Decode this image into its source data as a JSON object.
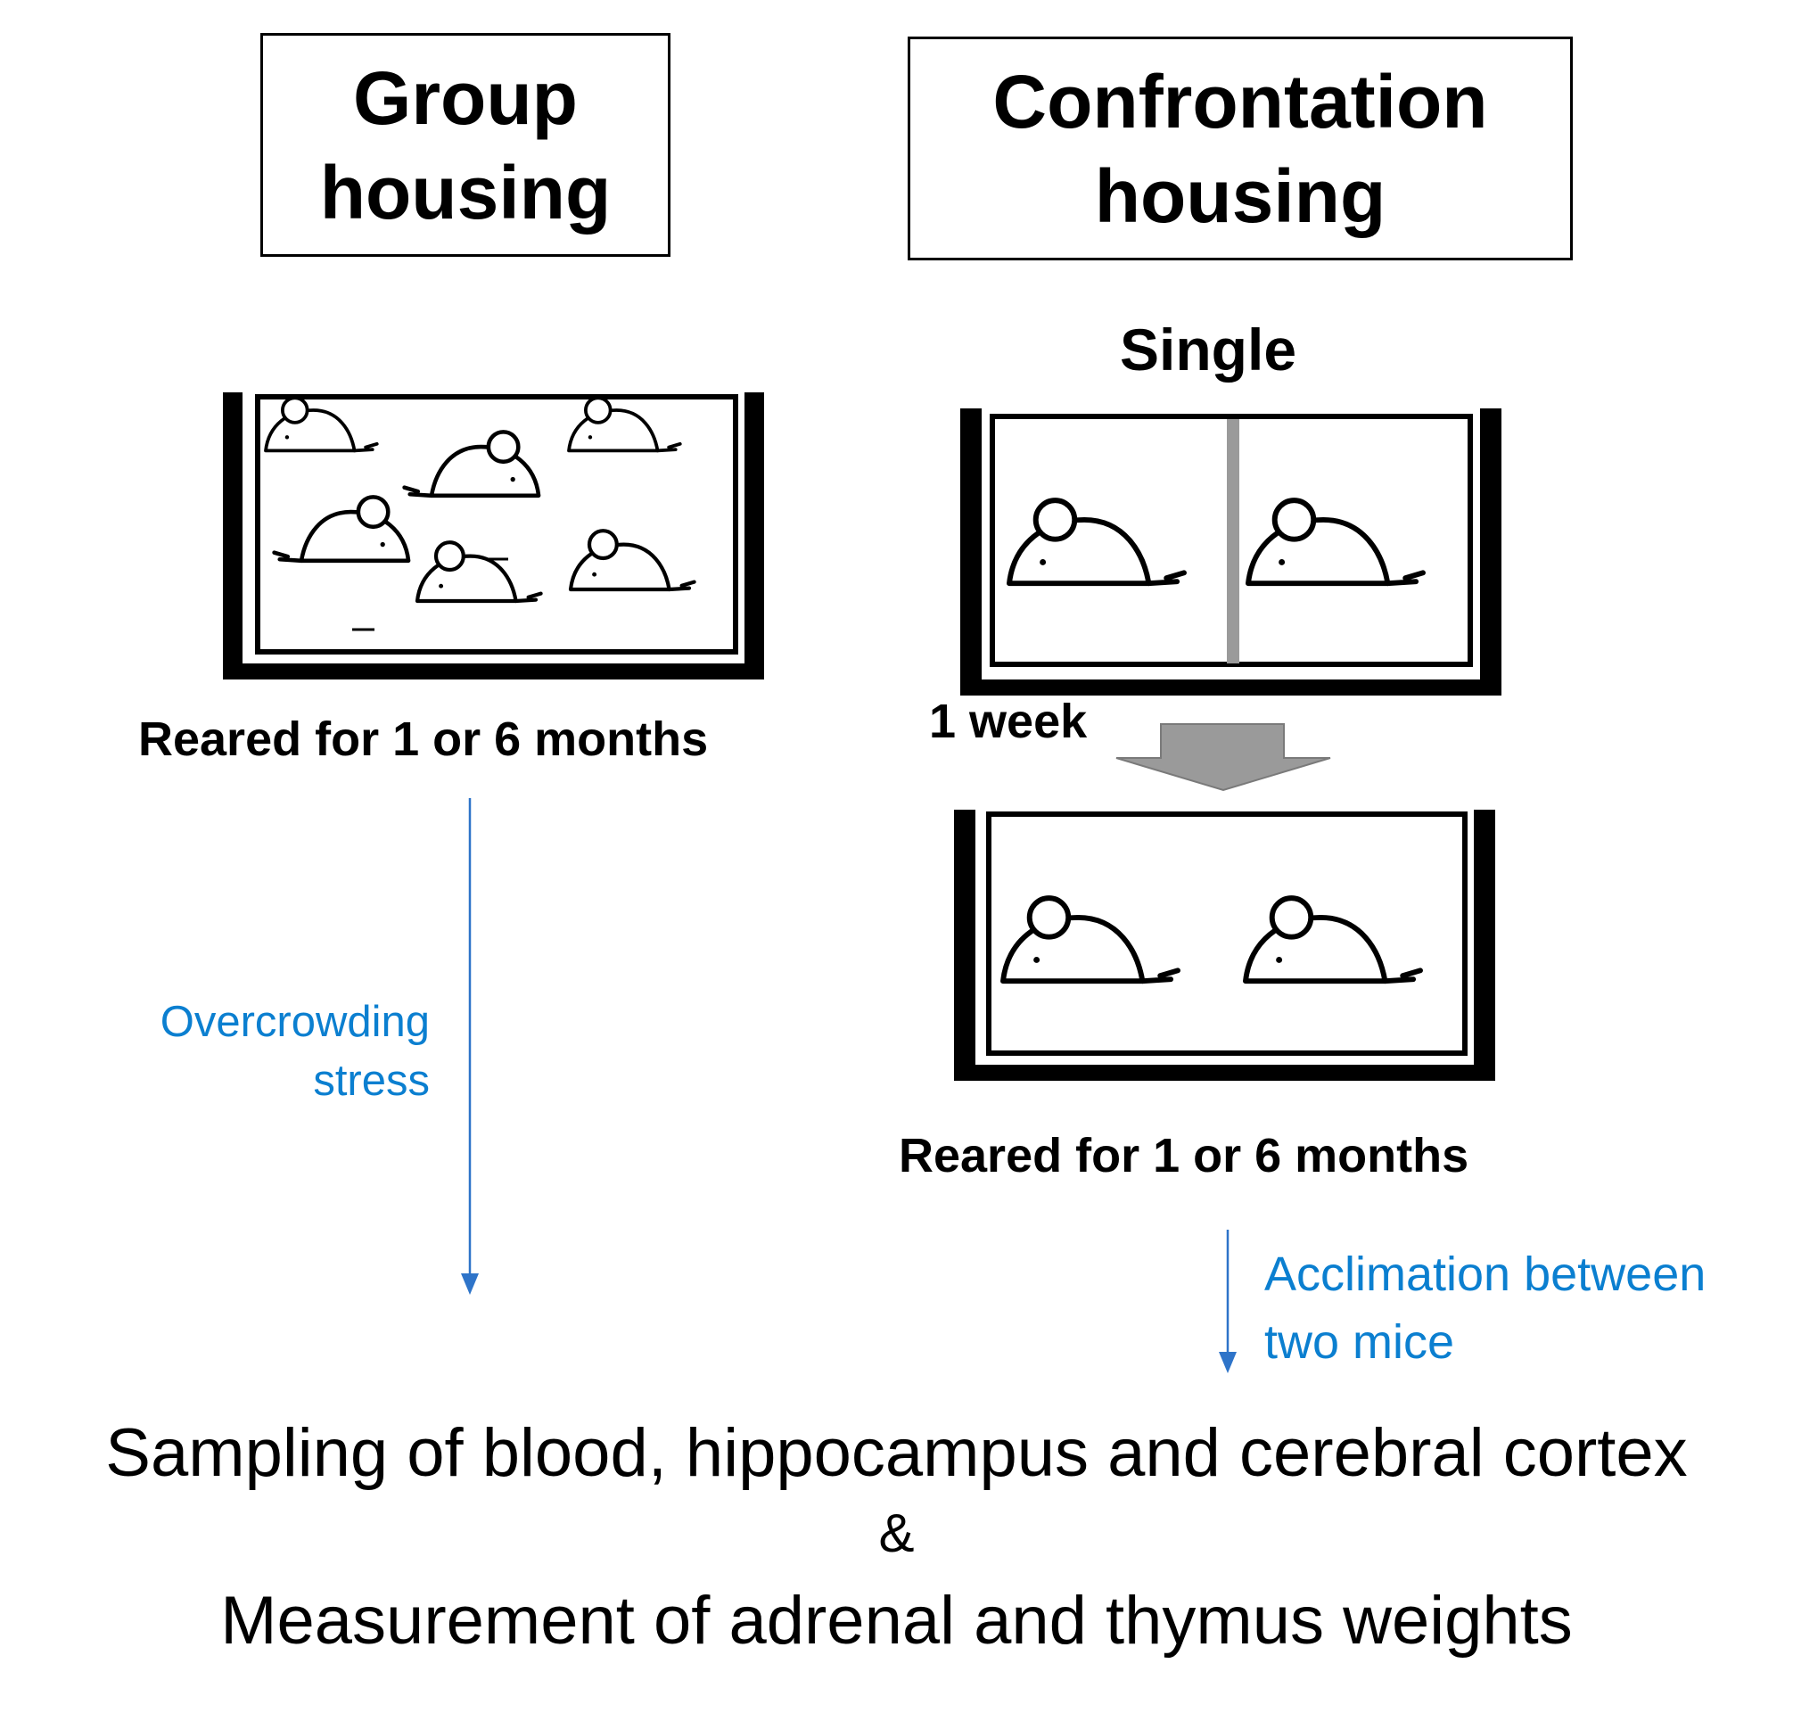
{
  "group": {
    "title_line1": "Group",
    "title_line2": "housing",
    "reared": "Reared for 1 or 6 months",
    "stress_line1": "Overcrowding",
    "stress_line2": "stress"
  },
  "confrontation": {
    "title_line1": "Confrontation",
    "title_line2": "housing",
    "single": "Single",
    "week": "1 week",
    "reared": "Reared for 1 or 6 months",
    "acclimation_line1": "Acclimation between",
    "acclimation_line2": "two mice"
  },
  "bottom": {
    "line1": "Sampling of blood, hippocampus and cerebral cortex",
    "line2": "&",
    "line3": "Measurement of adrenal and thymus weights"
  },
  "colors": {
    "annotation_blue": "#0b7fd0",
    "arrow_blue": "#2e74c9",
    "divider_gray": "#9a9a9a",
    "big_arrow_gray": "#9a9a9a"
  }
}
